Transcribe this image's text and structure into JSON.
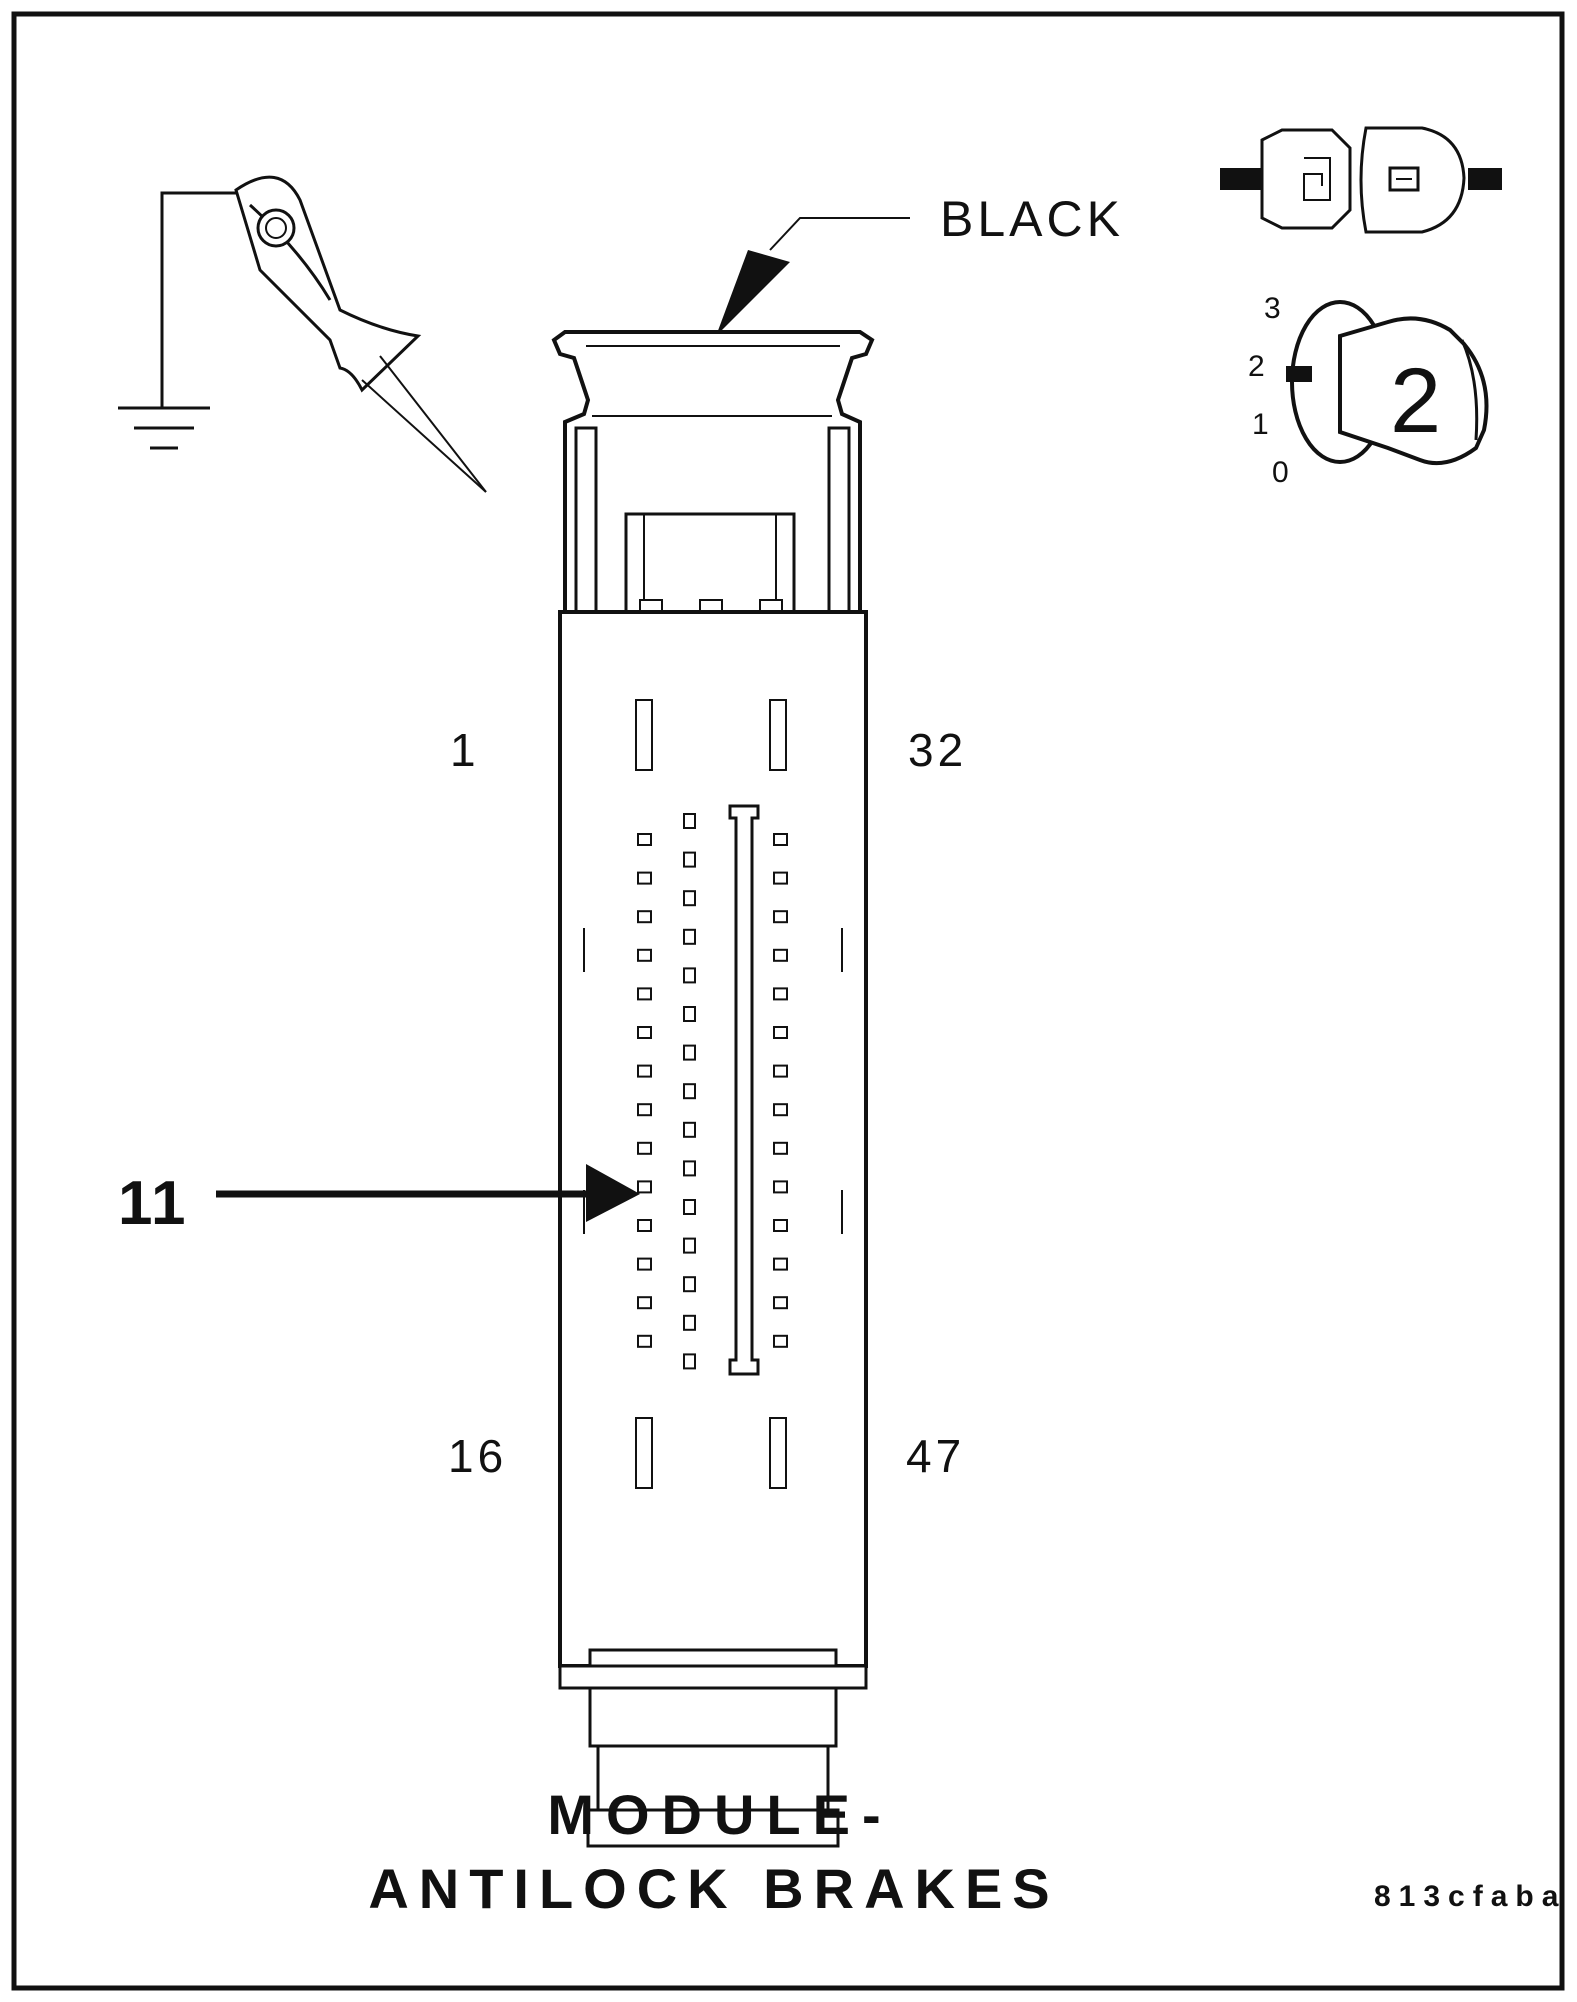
{
  "figure": {
    "callout_color_label": "BLACK",
    "pin_label_top_left": "1",
    "pin_label_top_right": "32",
    "pin_label_bottom_left": "16",
    "pin_label_bottom_right": "47",
    "callout_pin": "11",
    "title_line1": "MODULE-",
    "title_line2": "ANTILOCK BRAKES",
    "figure_code": "813cfaba"
  },
  "ignition": {
    "positions": [
      "3",
      "2",
      "1",
      "0"
    ],
    "key_number": "2"
  },
  "icons": {
    "probe": "test-probe-icon",
    "ground": "ground-symbol-icon",
    "connector": "disconnected-connector-icon",
    "ignition": "ignition-switch-icon"
  },
  "colors": {
    "line": "#111111",
    "background": "#ffffff"
  }
}
